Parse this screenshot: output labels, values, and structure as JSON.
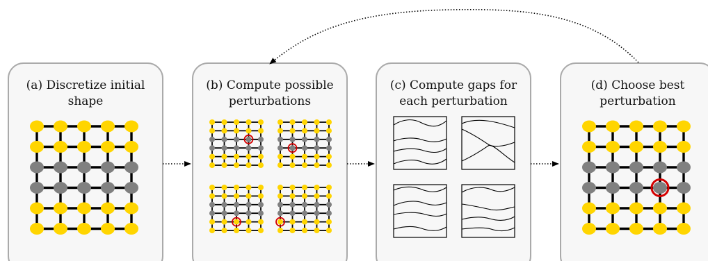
{
  "panels": [
    {
      "id": "a",
      "title_lines": [
        "(a) Discretize initial",
        "shape"
      ]
    },
    {
      "id": "b",
      "title_lines": [
        "(b) Compute possible",
        "perturbations"
      ]
    },
    {
      "id": "c",
      "title_lines": [
        "(c) Compute gaps for",
        "each perturbation"
      ]
    },
    {
      "id": "d",
      "title_lines": [
        "(d) Choose best",
        "perturbation"
      ]
    }
  ],
  "lattice": {
    "rows": 6,
    "cols": 5,
    "row_types": [
      "yellow",
      "yellow",
      "gray",
      "gray",
      "yellow",
      "yellow"
    ]
  },
  "perturbations": [
    {
      "row": 2,
      "col": 3
    },
    {
      "row": 3,
      "col": 1
    },
    {
      "row": 4,
      "col": 2
    },
    {
      "row": 4,
      "col": 0
    }
  ],
  "best_perturbation": {
    "row": 3,
    "col": 3
  },
  "colors": {
    "yellow_site": "#FFD500",
    "gray_site": "#808080",
    "bond": "#000000",
    "highlight": "#D40000",
    "panel_fill": "#F7F7F7",
    "panel_border": "#AAAAAA"
  },
  "icons": {
    "flow_arrow": "dotted-arrow",
    "feedback_arrow": "dotted-curved-arrow"
  }
}
